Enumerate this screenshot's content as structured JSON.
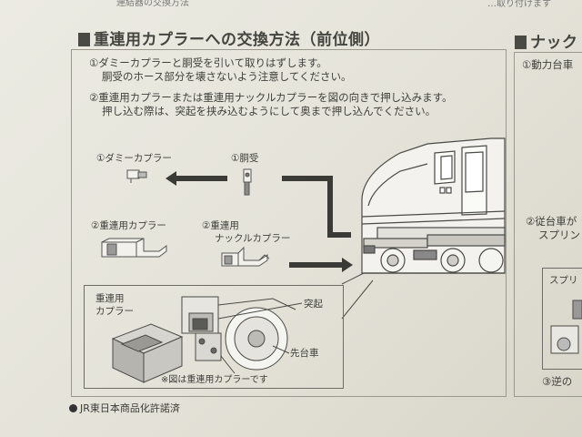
{
  "top_partial_text": "連結器の交換方法",
  "top_right_partial_text": "…取り付けます",
  "left_section": {
    "title": "重連用カプラーへの交換方法（前位側）",
    "step1_line1": "①ダミーカプラーと胴受を引いて取りはずします。",
    "step1_line2": "胴受のホース部分を壊さないよう注意してください。",
    "step2_line1": "②重連用カプラーまたは重連用ナックルカプラーを図の向きで押し込みます。",
    "step2_line2": "押し込む際は、突起を挟み込むようにして奥まで押し込んでください。",
    "label_dummy_coupler": "①ダミーカプラー",
    "label_body_mount": "①胴受",
    "label_coupler": "②重連用カプラー",
    "label_knuckle_line1": "②重連用",
    "label_knuckle_line2": "ナックルカプラー",
    "detail_label_coupler_line1": "重連用",
    "detail_label_coupler_line2": "カプラー",
    "detail_label_protrusion": "突起",
    "detail_label_lead_truck": "先台車",
    "detail_note": "※図は重連用カプラーです"
  },
  "right_section": {
    "title": "ナック",
    "step1": "①動力台車",
    "step2_line1": "②従台車が",
    "step2_line2": "スプリン",
    "inner_label": "スプリ",
    "step3": "③逆の"
  },
  "footer": {
    "text": "JR東日本商品化許諾済"
  },
  "colors": {
    "paper": "#e8e6dd",
    "ink": "#3a3a36",
    "line": "#8e8c84"
  }
}
